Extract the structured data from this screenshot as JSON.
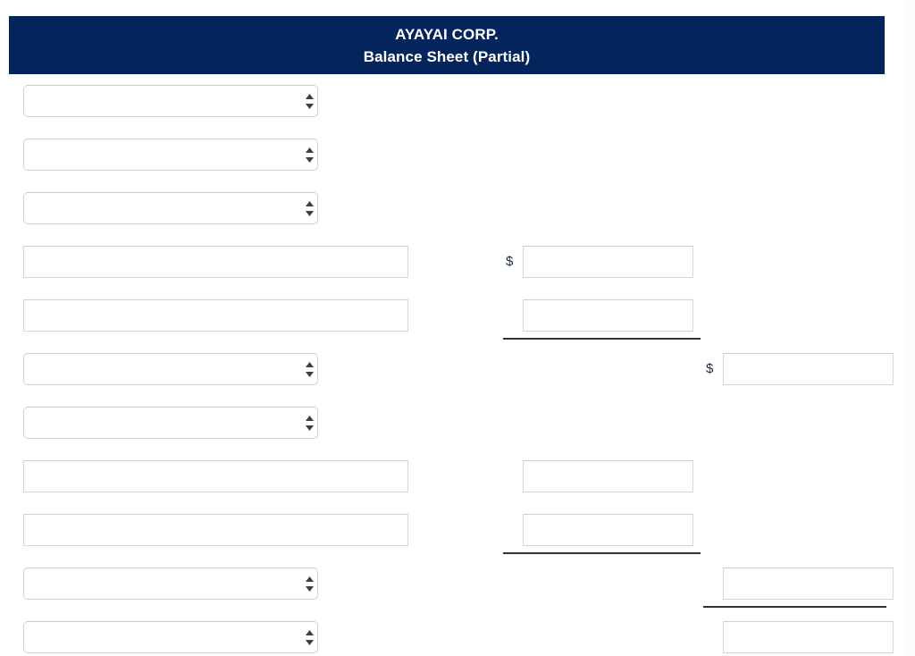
{
  "header": {
    "company": "AYAYAI CORP.",
    "statement": "Balance Sheet (Partial)",
    "background_color": "#04255c",
    "text_color": "#ffffff"
  },
  "currency_symbol": "$",
  "form": {
    "rows": [
      {
        "id": "row-1",
        "label_type": "select",
        "label_value": "",
        "amount_col": null
      },
      {
        "id": "row-2",
        "label_type": "select",
        "label_value": "",
        "amount_col": null
      },
      {
        "id": "row-3",
        "label_type": "select",
        "label_value": "",
        "amount_col": null
      },
      {
        "id": "row-4",
        "label_type": "text",
        "label_value": "",
        "amount_col": 2,
        "amount_value": "",
        "dollar_sign": true
      },
      {
        "id": "row-5",
        "label_type": "text",
        "label_value": "",
        "amount_col": 2,
        "amount_value": "",
        "dollar_sign": false,
        "rule_after": 2
      },
      {
        "id": "row-6",
        "label_type": "select",
        "label_value": "",
        "amount_col": 3,
        "amount_value": "",
        "dollar_sign": true
      },
      {
        "id": "row-7",
        "label_type": "select",
        "label_value": "",
        "amount_col": null
      },
      {
        "id": "row-8",
        "label_type": "text",
        "label_value": "",
        "amount_col": 2,
        "amount_value": "",
        "dollar_sign": false
      },
      {
        "id": "row-9",
        "label_type": "text",
        "label_value": "",
        "amount_col": 2,
        "amount_value": "",
        "dollar_sign": false,
        "rule_after": 2
      },
      {
        "id": "row-10",
        "label_type": "select",
        "label_value": "",
        "amount_col": 3,
        "amount_value": "",
        "dollar_sign": false,
        "rule_after": 3
      },
      {
        "id": "row-11",
        "label_type": "select",
        "label_value": "",
        "amount_col": 3,
        "amount_value": "",
        "dollar_sign": false
      }
    ]
  }
}
